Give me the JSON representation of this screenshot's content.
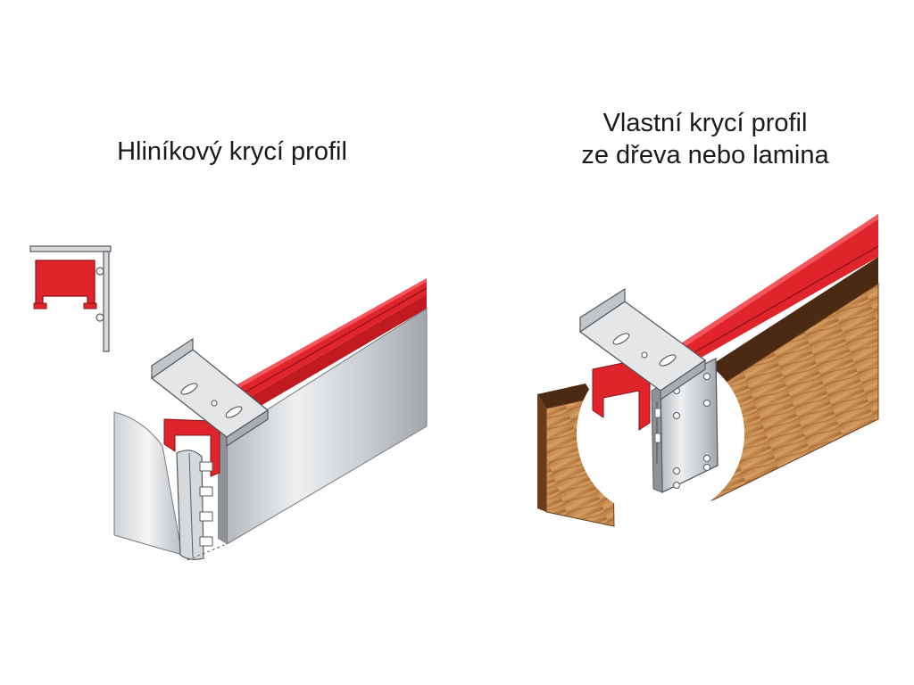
{
  "panels": [
    {
      "id": "aluminium",
      "title_lines": [
        "Hliníkový krycí profil"
      ]
    },
    {
      "id": "own-wood",
      "title_lines": [
        "Vlastní krycí profil",
        "ze dřeva nebo lamina"
      ]
    }
  ],
  "colors": {
    "rail_red": "#e0242b",
    "rail_red_dark": "#a8141a",
    "aluminium_light": "#e3e5e7",
    "aluminium_dark": "#9ea2a6",
    "wood_light": "#c98a4f",
    "wood_dark": "#5a3418",
    "outline": "#555a5e"
  },
  "icons": {
    "profile_section": "cross-section-icon",
    "bracket": "mounting-bracket-icon"
  }
}
